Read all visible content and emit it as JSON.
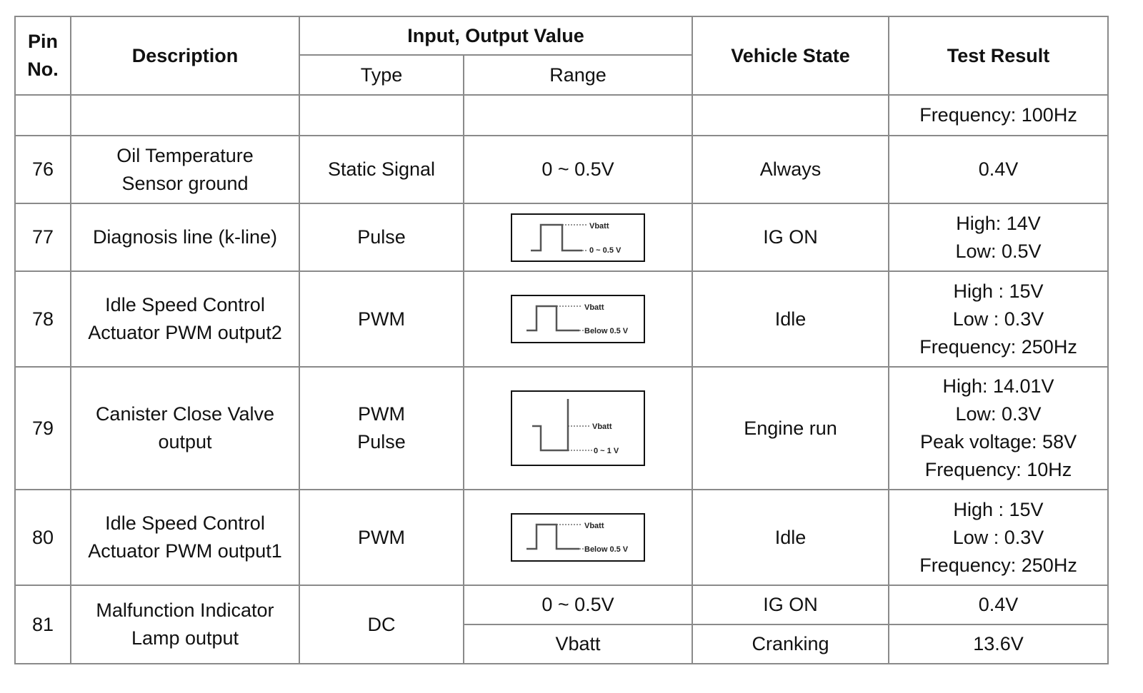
{
  "header": {
    "pin_no": [
      "Pin",
      "No."
    ],
    "description": "Description",
    "io_value": "Input, Output Value",
    "type": "Type",
    "range": "Range",
    "vehicle_state": "Vehicle State",
    "test_result": "Test Result"
  },
  "rows": [
    {
      "pin": "",
      "description": [],
      "type": [],
      "range": "",
      "state": "",
      "result": [
        "Frequency: 100Hz"
      ]
    },
    {
      "pin": "76",
      "description": [
        "Oil Temperature",
        "Sensor ground"
      ],
      "type": [
        "Static Signal"
      ],
      "range": "0 ~ 0.5V",
      "state": "Always",
      "result": [
        "0.4V"
      ]
    },
    {
      "pin": "77",
      "description": [
        "Diagnosis line (k-line)"
      ],
      "type": [
        "Pulse"
      ],
      "range_waveform": {
        "top_label": "Vbatt",
        "bottom_label": "0 ~ 0.5 V"
      },
      "state": "IG ON",
      "result": [
        "High: 14V",
        "Low: 0.5V"
      ]
    },
    {
      "pin": "78",
      "description": [
        "Idle Speed Control",
        "Actuator PWM output2"
      ],
      "type": [
        "PWM"
      ],
      "range_waveform": {
        "top_label": "Vbatt",
        "bottom_label": "Below 0.5 V"
      },
      "state": "Idle",
      "result": [
        "High : 15V",
        "Low : 0.3V",
        "Frequency: 250Hz"
      ]
    },
    {
      "pin": "79",
      "description": [
        "Canister Close Valve",
        "output"
      ],
      "type": [
        "PWM",
        "Pulse"
      ],
      "range_waveform": {
        "top_label": "Vbatt",
        "bottom_label": "0 ~ 1 V"
      },
      "state": "Engine run",
      "result": [
        "High: 14.01V",
        "Low: 0.3V",
        "Peak voltage: 58V",
        "Frequency: 10Hz"
      ]
    },
    {
      "pin": "80",
      "description": [
        "Idle Speed Control",
        "Actuator PWM output1"
      ],
      "type": [
        "PWM"
      ],
      "range_waveform": {
        "top_label": "Vbatt",
        "bottom_label": "Below 0.5 V"
      },
      "state": "Idle",
      "result": [
        "High : 15V",
        "Low : 0.3V",
        "Frequency: 250Hz"
      ]
    },
    {
      "pin": "81",
      "description": [
        "Malfunction Indicator",
        "Lamp output"
      ],
      "type": [
        "DC"
      ],
      "sub": [
        {
          "range": "0 ~ 0.5V",
          "state": "IG ON",
          "result": "0.4V"
        },
        {
          "range": "Vbatt",
          "state": "Cranking",
          "result": "13.6V"
        }
      ]
    }
  ]
}
